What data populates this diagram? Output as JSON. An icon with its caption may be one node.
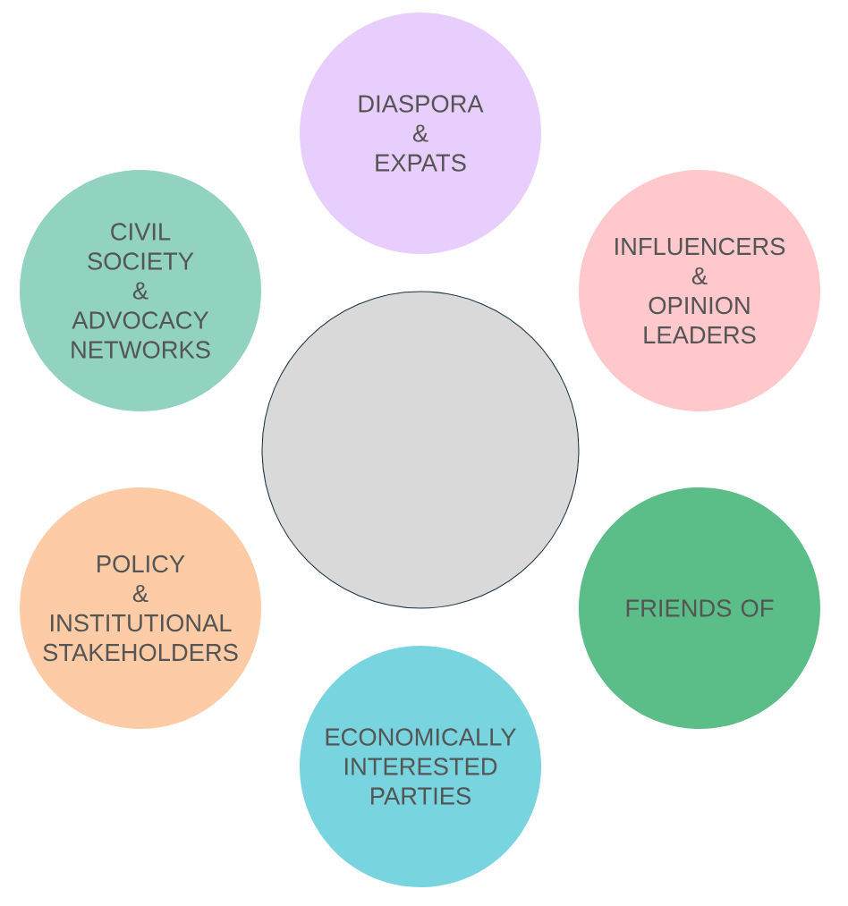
{
  "diagram": {
    "nodes": [
      {
        "text": [
          "DIASPORA & EXPATS"
        ]
      },
      {
        "text": [
          "CIVIL SOCIETY & ADVOCACY NETWORKS"
        ]
      },
      {
        "text": [
          "INFLUENCERS & OPINION LEADERS"
        ]
      },
      {
        "text": [],
        "shape": "circle"
      },
      {
        "text": [
          "POLICY & INSTITUTIONAL STAKEHOLDERS"
        ]
      },
      {
        "text": [
          "FRIENDS OF"
        ]
      },
      {
        "text": [
          "ECONOMICALLY INTERESTED PARTIES"
        ]
      }
    ]
  }
}
